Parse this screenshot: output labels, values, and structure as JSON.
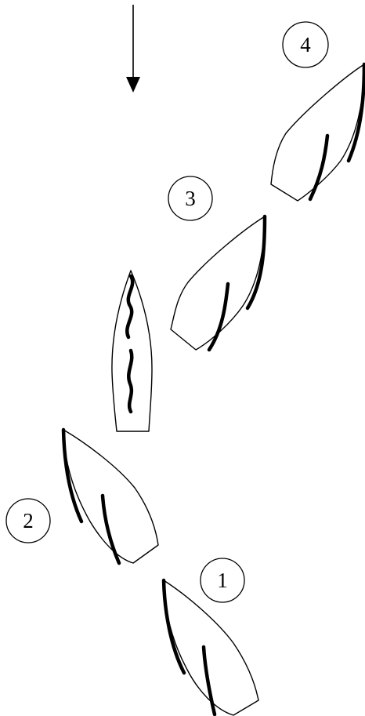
{
  "labels": {
    "boat_1": "1",
    "boat_2": "2",
    "boat_3": "3",
    "boat_4": "4"
  },
  "icons": {
    "wind_arrow": "arrow-down-icon"
  },
  "colors": {
    "stroke": "#000000",
    "background": "#ffffff"
  }
}
